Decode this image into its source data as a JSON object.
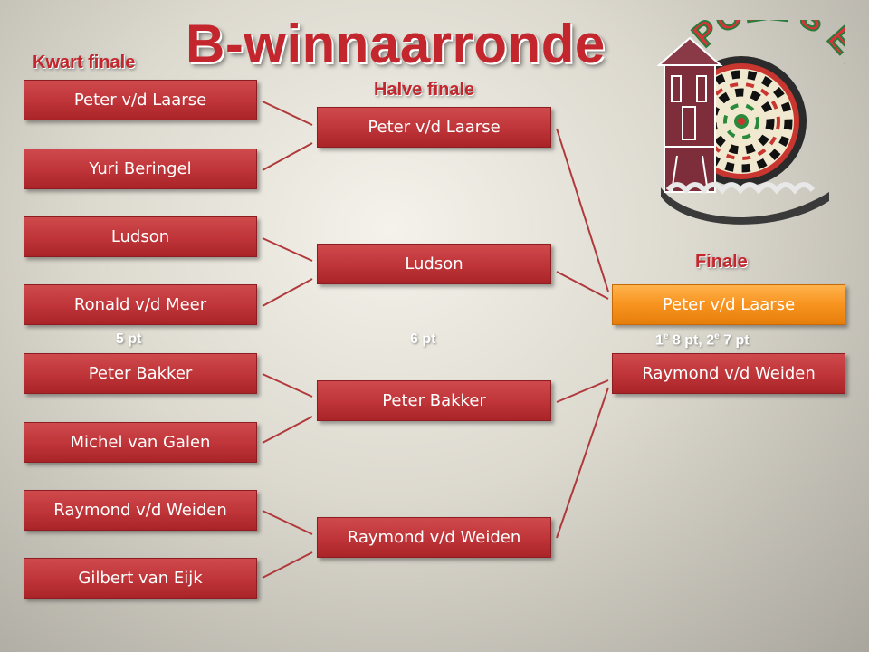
{
  "title": "B-winnaarronde",
  "rounds": {
    "kwart": "Kwart finale",
    "halve": "Halve finale",
    "finale": "Finale"
  },
  "kwart_finale": [
    "Peter v/d Laarse",
    "Yuri Beringel",
    "Ludson",
    "Ronald v/d Meer",
    "Peter Bakker",
    "Michel van Galen",
    "Raymond v/d Weiden",
    "Gilbert van Eijk"
  ],
  "halve_finale": [
    "Peter v/d Laarse",
    "Ludson",
    "Peter Bakker",
    "Raymond v/d Weiden"
  ],
  "finale": [
    "Peter v/d Laarse",
    "Raymond v/d Weiden"
  ],
  "points": {
    "kwart": "5 pt",
    "halve": "6 pt",
    "finale_first": "1",
    "finale_first_sup": "e",
    "finale_first_pts": " 8 pt, 2",
    "finale_second_sup": "e",
    "finale_second_pts": " 7 pt"
  },
  "logo": {
    "text": "POEL'S EYE",
    "icon": "dartboard-icon"
  },
  "colors": {
    "box": "#c0363a",
    "winner": "#f7931e",
    "title": "#c3272d",
    "line": "#b0393c"
  }
}
